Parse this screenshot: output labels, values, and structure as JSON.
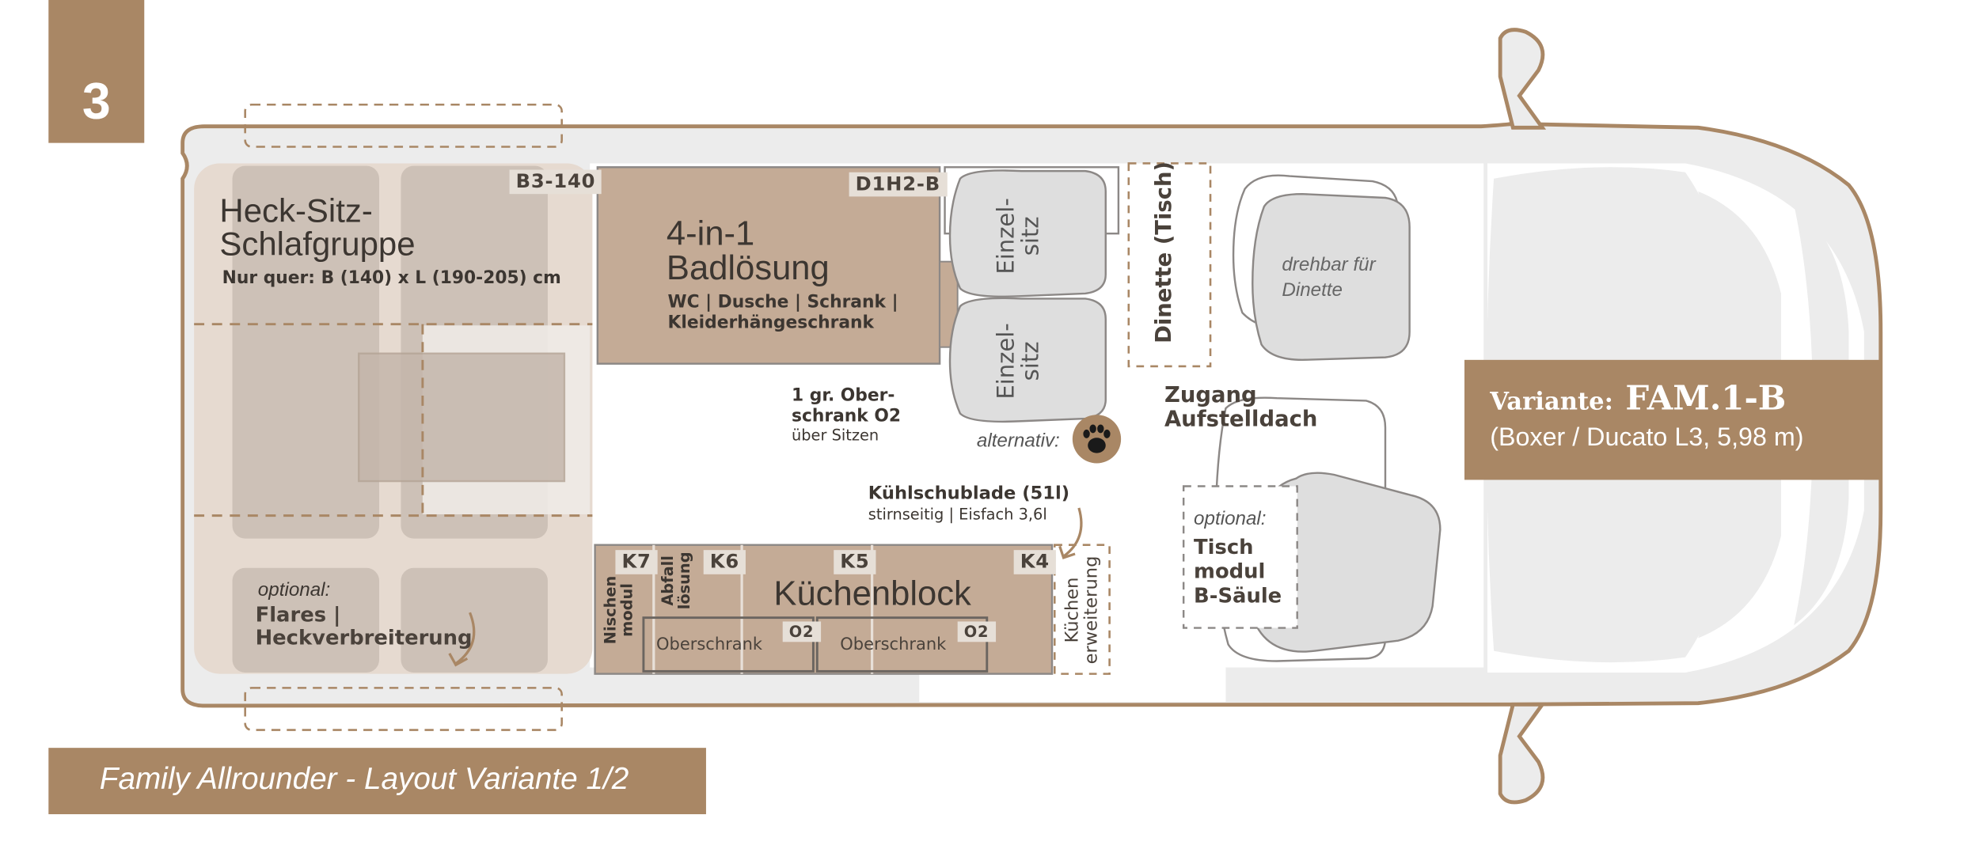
{
  "badge_number": "3",
  "footer_title": "Family Allrounder - Layout Variante 1/2",
  "variant": {
    "prefix": "Variante:",
    "code": "FAM.1-B",
    "vehicle": "(Boxer / Ducato L3, 5,98 m)"
  },
  "rear_group": {
    "tag": "B3-140",
    "title_line1": "Heck-Sitz-",
    "title_line2": "Schlafgruppe",
    "dims": "Nur quer: B (140) x L (190-205) cm",
    "optional_label": "optional:",
    "flares_line1": "Flares |",
    "flares_line2": "Heckverbreiterung"
  },
  "bath": {
    "tag": "D1H2-B",
    "title_line1": "4-in-1",
    "title_line2": "Badlösung",
    "sub_line1": "WC | Dusche | Schrank |",
    "sub_line2": "Kleiderhängeschrank"
  },
  "seats": {
    "single_line1": "Einzel-",
    "single_line2": "sitz",
    "swivel_line1": "drehbar für",
    "swivel_line2": "Dinette"
  },
  "dinette_label": "Dinette (Tisch)",
  "upper_cabinet": {
    "line1": "1 gr. Ober-",
    "line2": "schrank O2",
    "line3": "über Sitzen"
  },
  "alternative_label": "alternativ:",
  "paw_icon": "paw-icon",
  "roof_access": {
    "line1": "Zugang",
    "line2": "Aufstelldach"
  },
  "fridge": {
    "title": "Kühlschublade (51l)",
    "sub": "stirnseitig | Eisfach 3,6l"
  },
  "table_module": {
    "optional_label": "optional:",
    "line1": "Tisch",
    "line2": "modul",
    "line3": "B-Säule"
  },
  "kitchen": {
    "title": "Küchenblock",
    "k7": "K7",
    "k6": "K6",
    "k5": "K5",
    "k4": "K4",
    "niche_line1": "Nischen",
    "niche_line2": "modul",
    "waste_line1": "Abfall",
    "waste_line2": "lösung",
    "cabinet_label": "Oberschrank",
    "o2": "O2",
    "extension_line1": "Küchen",
    "extension_line2": "erweiterung"
  },
  "colors": {
    "brand": "#a98765",
    "furniture": "#c4ab96",
    "outline": "#a98765",
    "light_gray": "#ececec"
  }
}
